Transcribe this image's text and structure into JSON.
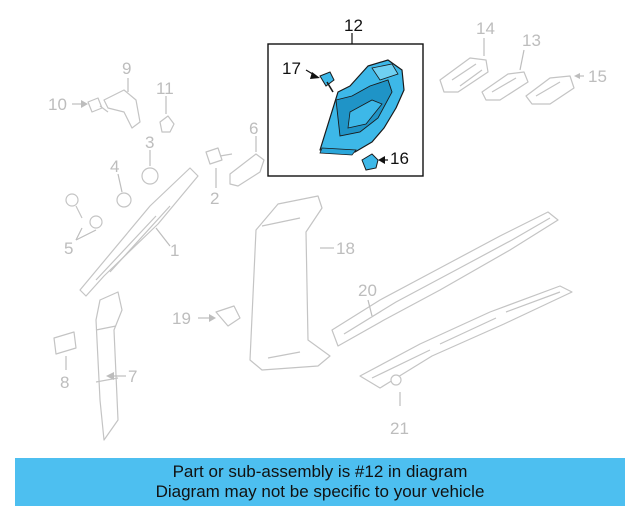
{
  "diagram": {
    "highlighted_part": "12",
    "callouts": {
      "c1": "1",
      "c2": "2",
      "c3": "3",
      "c4": "4",
      "c5": "5",
      "c6": "6",
      "c7": "7",
      "c8": "8",
      "c9": "9",
      "c10": "10",
      "c11": "11",
      "c12": "12",
      "c13": "13",
      "c14": "14",
      "c15": "15",
      "c16": "16",
      "c17": "17",
      "c18": "18",
      "c19": "19",
      "c20": "20",
      "c21": "21"
    },
    "colors": {
      "highlight_fill": "#3db8e8",
      "highlight_stroke": "#1a1a1a",
      "ghost_stroke": "#c4c4c4",
      "banner_bg": "#4dbff0"
    }
  },
  "banner": {
    "line1": "Part or sub-assembly is #12 in diagram",
    "line2": "Diagram may not be specific to your vehicle"
  }
}
